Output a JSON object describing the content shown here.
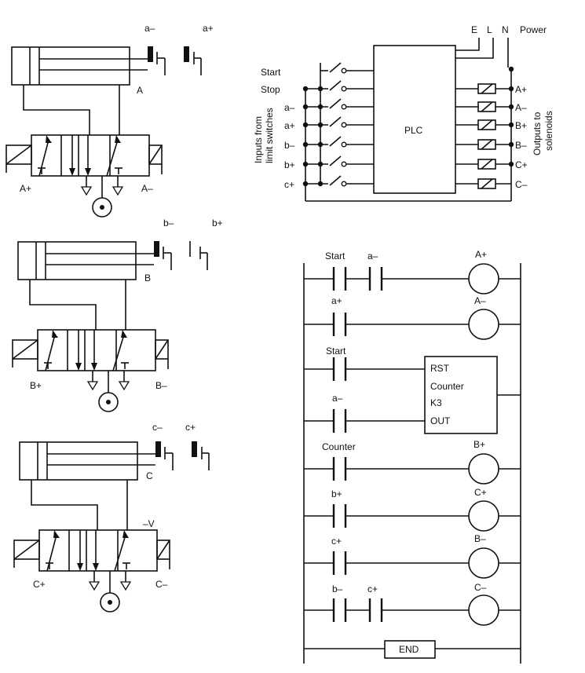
{
  "cylinders": [
    {
      "name": "A",
      "sw_minus": "a–",
      "sw_plus": "a+",
      "sol_left": "A+",
      "sol_right": "A–",
      "extra": ""
    },
    {
      "name": "B",
      "sw_minus": "b–",
      "sw_plus": "b+",
      "sol_left": "B+",
      "sol_right": "B–",
      "extra": ""
    },
    {
      "name": "C",
      "sw_minus": "c–",
      "sw_plus": "c+",
      "sol_left": "C+",
      "sol_right": "C–",
      "extra": "–V"
    }
  ],
  "plc": {
    "label": "PLC",
    "power_label": "Power",
    "power_terminals": [
      "E",
      "L",
      "N"
    ],
    "inputs": [
      "Start",
      "Stop",
      "a–",
      "a+",
      "b–",
      "b+",
      "c+"
    ],
    "outputs": [
      "A+",
      "A–",
      "B+",
      "B–",
      "C+",
      "C–"
    ],
    "inputs_caption": [
      "Inputs from",
      "limit switches"
    ],
    "outputs_caption": [
      "Outputs to",
      "solenoids"
    ]
  },
  "ladder": {
    "rung1": {
      "c1": "Start",
      "c2": "a–",
      "coil": "A+"
    },
    "rung2": {
      "c1": "a+",
      "coil": "A–"
    },
    "counter_block": {
      "c_rst": "Start",
      "c_out": "a–",
      "rst": "RST",
      "name": "Counter",
      "id": "K3",
      "out": "OUT"
    },
    "rung5": {
      "c1": "Counter",
      "coil": "B+"
    },
    "rung6": {
      "c1": "b+",
      "coil": "C+"
    },
    "rung7": {
      "c1": "c+",
      "coil": "B–"
    },
    "rung8": {
      "c1": "b–",
      "c2": "c+",
      "coil": "C–"
    },
    "end": "END"
  }
}
